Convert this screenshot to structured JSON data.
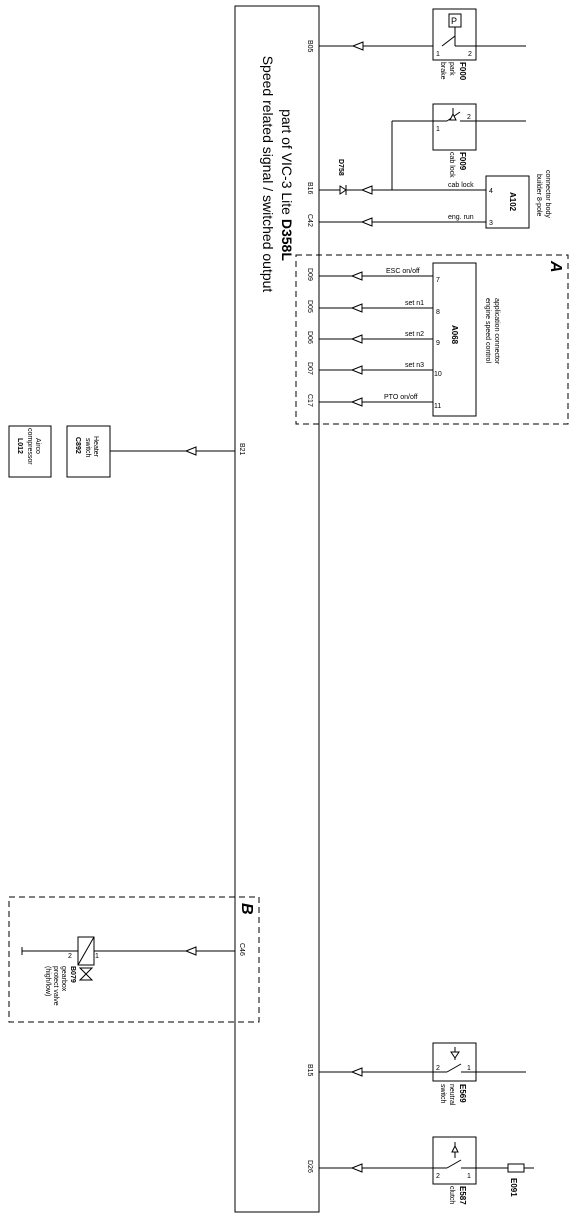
{
  "module": {
    "line1_prefix": "part of VIC-3 Lite ",
    "line1_code": "D358L",
    "line2": "Speed related signal / switched output"
  },
  "pins": {
    "b05": "B05",
    "b16": "B16",
    "c42": "C42",
    "d09": "D09",
    "d05": "D05",
    "d06": "D06",
    "d07": "D07",
    "c17": "C17",
    "b21": "B21",
    "c46": "C46",
    "b15": "B15",
    "d26": "D26"
  },
  "f000": {
    "code": "F000",
    "desc1": "park",
    "desc2": "brake",
    "pin1": "1",
    "pin2": "2",
    "symbol": "P"
  },
  "f009": {
    "code": "F009",
    "desc": "cab lock",
    "pin1": "1",
    "pin2": "2"
  },
  "d758": {
    "code": "D758"
  },
  "a102": {
    "code": "A102",
    "desc1": "connector body",
    "desc2": "builder 8-pole",
    "pin4": "4",
    "pin3": "3",
    "sig1": "cab lock",
    "sig2": "eng. run"
  },
  "group_a": {
    "label": "A",
    "a068": {
      "code": "A068",
      "desc1": "application connector",
      "desc2": "engine speed control"
    },
    "signals": [
      {
        "pin": "7",
        "name": "ESC on/off"
      },
      {
        "pin": "8",
        "name": "set n1"
      },
      {
        "pin": "9",
        "name": "set n2"
      },
      {
        "pin": "10",
        "name": "set n3"
      },
      {
        "pin": "11",
        "name": "PTO on/off"
      }
    ]
  },
  "c892": {
    "code": "C892",
    "desc1": "Heater",
    "desc2": "switch"
  },
  "l012": {
    "code": "L012",
    "desc1": "Airco",
    "desc2": "compressor"
  },
  "group_b": {
    "label": "B",
    "b079": {
      "code": "B079",
      "desc1": "gearbox",
      "desc2": "protect valve",
      "desc3": "(high/low)",
      "pin1": "1",
      "pin2": "2"
    }
  },
  "e569": {
    "code": "E569",
    "desc1": "neutral",
    "desc2": "switch",
    "pin1": "1",
    "pin2": "2"
  },
  "e587": {
    "code": "E587",
    "desc": "clutch",
    "pin1": "1",
    "pin2": "2"
  },
  "e091": {
    "code": "E091"
  }
}
